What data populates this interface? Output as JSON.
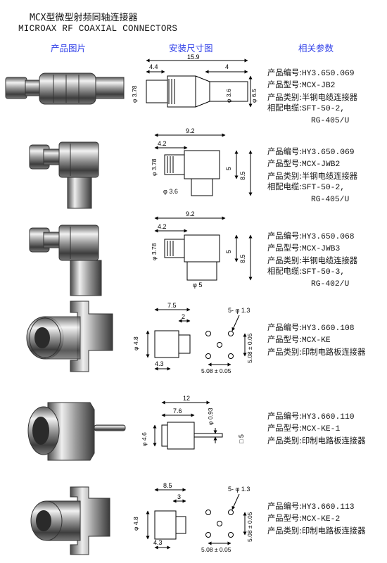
{
  "header": {
    "title_cn": "MCX型微型射频同轴连接器",
    "title_en": "MICROAX RF COAXIAL CONNECTORS"
  },
  "columns": {
    "photo": "产品图片",
    "drawing": "安装尺寸图",
    "params": "相关参数"
  },
  "labels": {
    "code": "产品编号:",
    "model": "产品型号:",
    "category": "产品类别:",
    "cable": "相配电缆:"
  },
  "products": [
    {
      "code": "HY3.650.069",
      "model": "MCX-JB2",
      "category": "半钢电缆连接器",
      "cable1": "SFT-50-2,",
      "cable2": "RG-405/U",
      "dims": {
        "overall": "15.9",
        "left": "4.4",
        "right": "4",
        "d1": "φ 3.78",
        "d2": "φ 3.6",
        "d3": "φ 6.5"
      }
    },
    {
      "code": "HY3.650.069",
      "model": "MCX-JWB2",
      "category": "半钢电缆连接器",
      "cable1": "SFT-50-2,",
      "cable2": "RG-405/U",
      "dims": {
        "w1": "9.2",
        "w2": "4.2",
        "d1": "φ 3.78",
        "h1": "5",
        "h2": "8.5",
        "d2": "φ 3.6"
      }
    },
    {
      "code": "HY3.650.068",
      "model": "MCX-JWB3",
      "category": "半钢电缆连接器",
      "cable1": "SFT-50-3,",
      "cable2": "RG-402/U",
      "dims": {
        "w1": "9.2",
        "w2": "4.2",
        "d1": "φ 3.78",
        "h1": "5",
        "h2": "8.5",
        "d2": "φ 5"
      }
    },
    {
      "code": "HY3.660.108",
      "model": "MCX-KE",
      "category": "印制电路板连接器",
      "dims": {
        "w1": "7.5",
        "w2": "2",
        "d1": "φ 4.8",
        "w3": "4.3",
        "holes": "5- φ 1.3",
        "pitch_v": "5.08 ± 0.05",
        "pitch_h": "5.08 ± 0.05"
      }
    },
    {
      "code": "HY3.660.110",
      "model": "MCX-KE-1",
      "category": "印制电路板连接器",
      "dims": {
        "w1": "12",
        "w2": "7.6",
        "d1": "φ 4.6",
        "d2": "φ 0.93",
        "sq": "□ 5"
      }
    },
    {
      "code": "HY3.660.113",
      "model": "MCX-KE-2",
      "category": "印制电路板连接器",
      "dims": {
        "w1": "8.5",
        "w2": "3",
        "d1": "φ 4.8",
        "w3": "4.3",
        "holes": "5- φ 1.3",
        "pitch_v": "5.08 ± 0.05",
        "pitch_h": "5.08 ± 0.05"
      }
    }
  ]
}
